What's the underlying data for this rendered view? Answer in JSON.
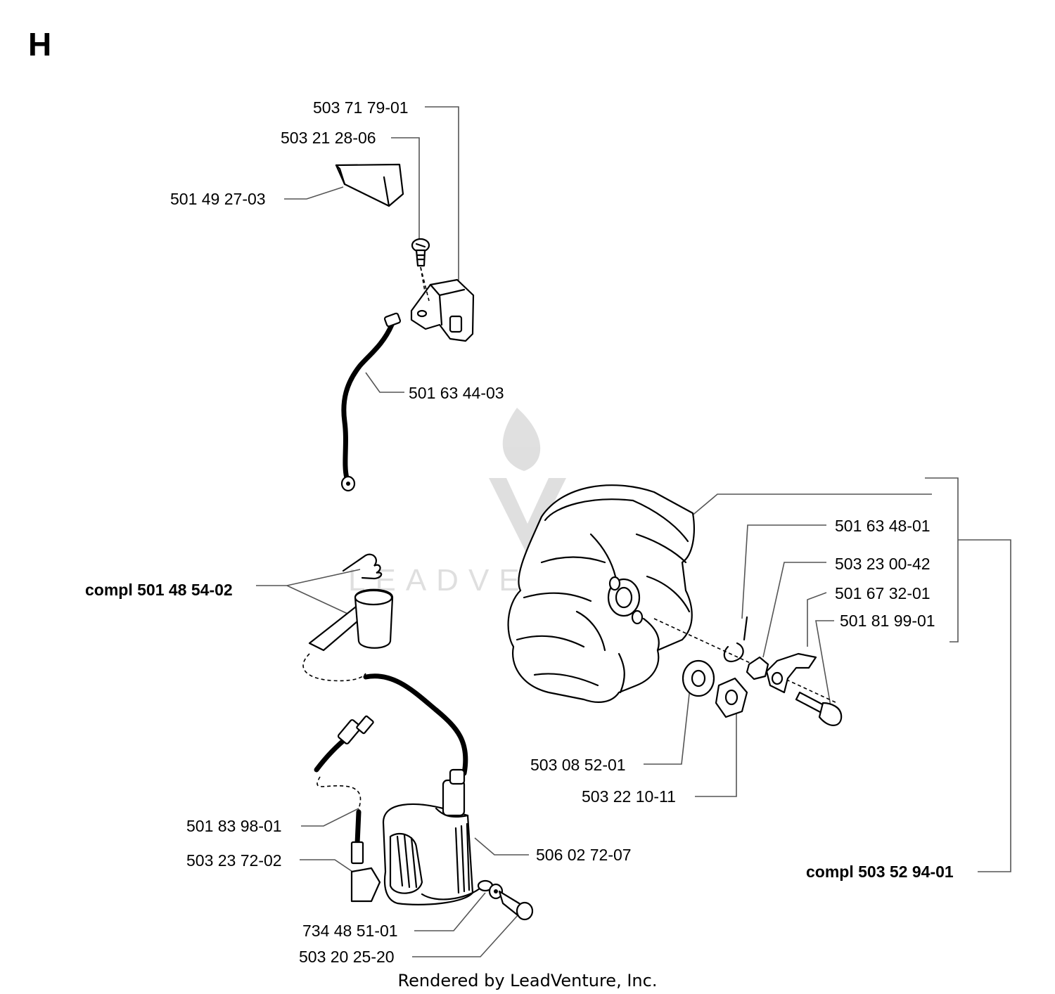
{
  "section_letter": "H",
  "parts": {
    "p_503717901": "503 71 79-01",
    "p_503212806": "503 21 28-06",
    "p_501492703": "501 49 27-03",
    "p_501634403": "501 63 44-03",
    "p_compl501485402": "compl 501 48 54-02",
    "p_501634801": "501 63 48-01",
    "p_503230042": "503 23 00-42",
    "p_501673201": "501 67 32-01",
    "p_501819901": "501 81 99-01",
    "p_503085201": "503 08 52-01",
    "p_503221011": "503 22 10-11",
    "p_501839801": "501 83 98-01",
    "p_503237202": "503 23 72-02",
    "p_506027207": "506 02 72-07",
    "p_734485101": "734 48 51-01",
    "p_503202520": "503 20 25-20",
    "p_compl503529401": "compl 503 52 94-01"
  },
  "footer_text": "Rendered by LeadVenture, Inc."
}
